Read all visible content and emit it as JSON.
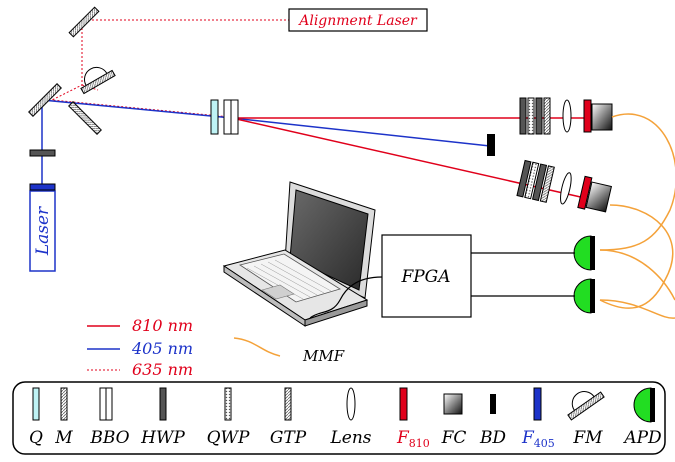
{
  "diagram": {
    "alignment_laser_label": "Alignment Laser",
    "laser_label": "Laser",
    "fpga_label": "FPGA",
    "mmf_label": "MMF",
    "wavelength_legend": [
      {
        "label": "810 nm",
        "color": "#e0001b",
        "style": "solid"
      },
      {
        "label": "405 nm",
        "color": "#1d33c9",
        "style": "solid"
      },
      {
        "label": "635 nm",
        "color": "#e0001b",
        "style": "dashed"
      }
    ],
    "components_legend": [
      {
        "key": "q",
        "label": "Q"
      },
      {
        "key": "m",
        "label": "M"
      },
      {
        "key": "bbo",
        "label": "BBO"
      },
      {
        "key": "hwp",
        "label": "HWP"
      },
      {
        "key": "qwp",
        "label": "QWP"
      },
      {
        "key": "gtp",
        "label": "GTP"
      },
      {
        "key": "lens",
        "label": "Lens"
      },
      {
        "key": "f810",
        "label": "F",
        "sub": "810"
      },
      {
        "key": "fc",
        "label": "FC"
      },
      {
        "key": "bd",
        "label": "BD"
      },
      {
        "key": "f405",
        "label": "F",
        "sub": "405"
      },
      {
        "key": "fm",
        "label": "FM"
      },
      {
        "key": "apd",
        "label": "APD"
      }
    ],
    "colors": {
      "red": "#e0001b",
      "blue": "#1d33c9",
      "fiber": "#f4a23a",
      "apd_green": "#22dd22",
      "quartz": "#bff3f5"
    }
  }
}
